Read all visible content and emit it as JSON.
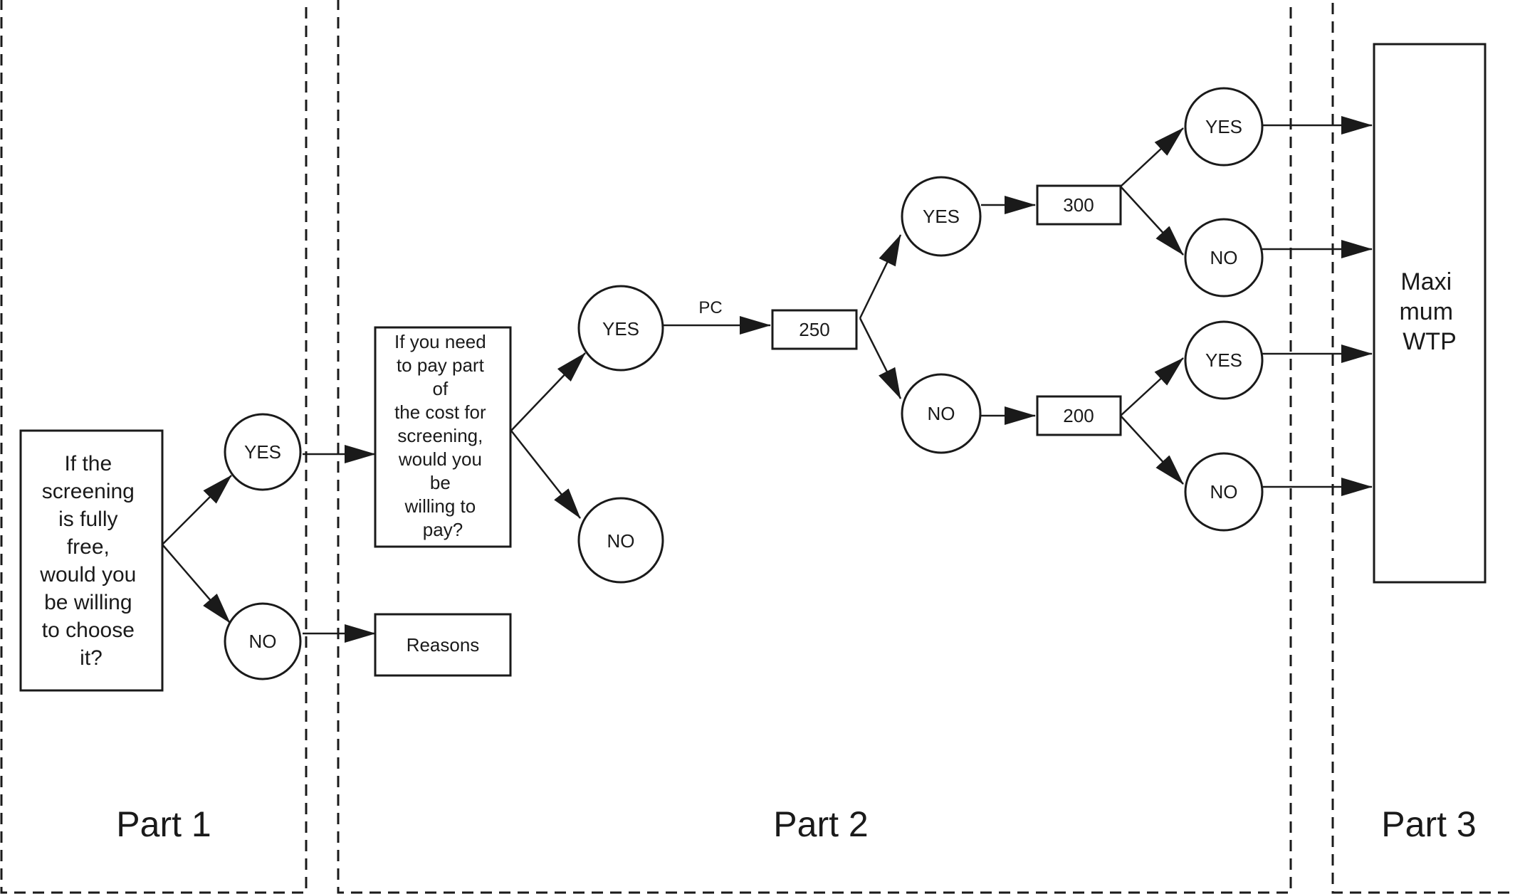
{
  "parts": {
    "part1": "Part 1",
    "part2": "Part 2",
    "part3": "Part 3"
  },
  "question1": {
    "lines": [
      "If the",
      "screening",
      "is fully",
      "free,",
      "would you",
      "be willing",
      "to choose",
      "it?"
    ]
  },
  "question2": {
    "lines": [
      "If you need",
      "to pay part",
      "of",
      "the cost for",
      "screening,",
      "would you",
      "be",
      "willing to",
      "pay?"
    ]
  },
  "answers": {
    "q1_yes": "YES",
    "q1_no": "NO",
    "q2_yes": "YES",
    "q2_no": "NO",
    "b250_yes": "YES",
    "b250_no": "NO",
    "b300_yes": "YES",
    "b300_no": "NO",
    "b200_yes": "YES",
    "b200_no": "NO"
  },
  "reasons": "Reasons",
  "pc_label": "PC",
  "bids": {
    "initial": "250",
    "higher": "300",
    "lower": "200"
  },
  "max_wtp": {
    "lines": [
      "Maxi",
      "mum",
      "WTP"
    ]
  }
}
